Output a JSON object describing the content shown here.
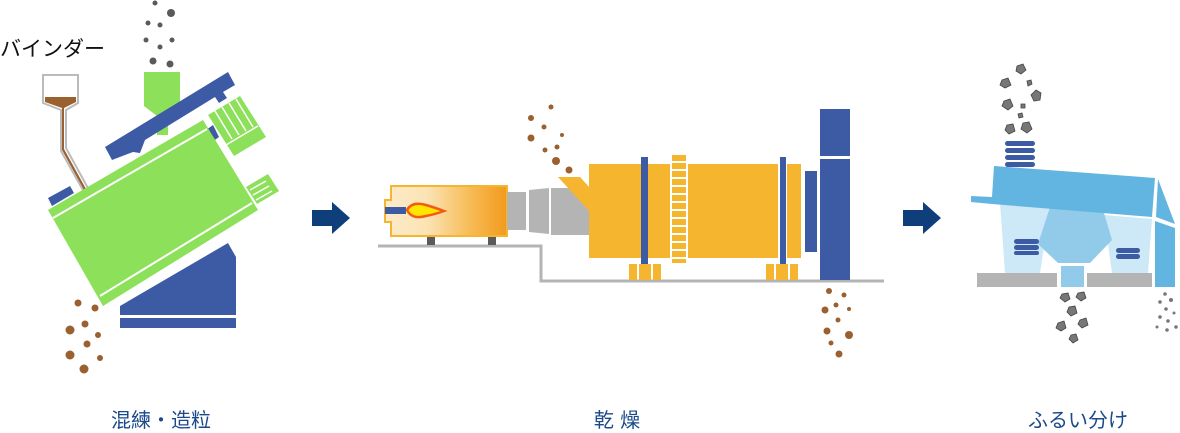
{
  "binder_label": "バインダー",
  "steps": [
    {
      "label": "混練・造粒"
    },
    {
      "label": "乾 燥"
    },
    {
      "label": "ふるい分け"
    }
  ],
  "colors": {
    "green": "#8de05a",
    "navy": "#3d5ba4",
    "brown": "#9a6030",
    "yellow": "#f6b52f",
    "gray": "#b4b4b4",
    "sky": "#62b5e0",
    "arrow": "#0f3f7a",
    "label": "#1b4a8a"
  }
}
